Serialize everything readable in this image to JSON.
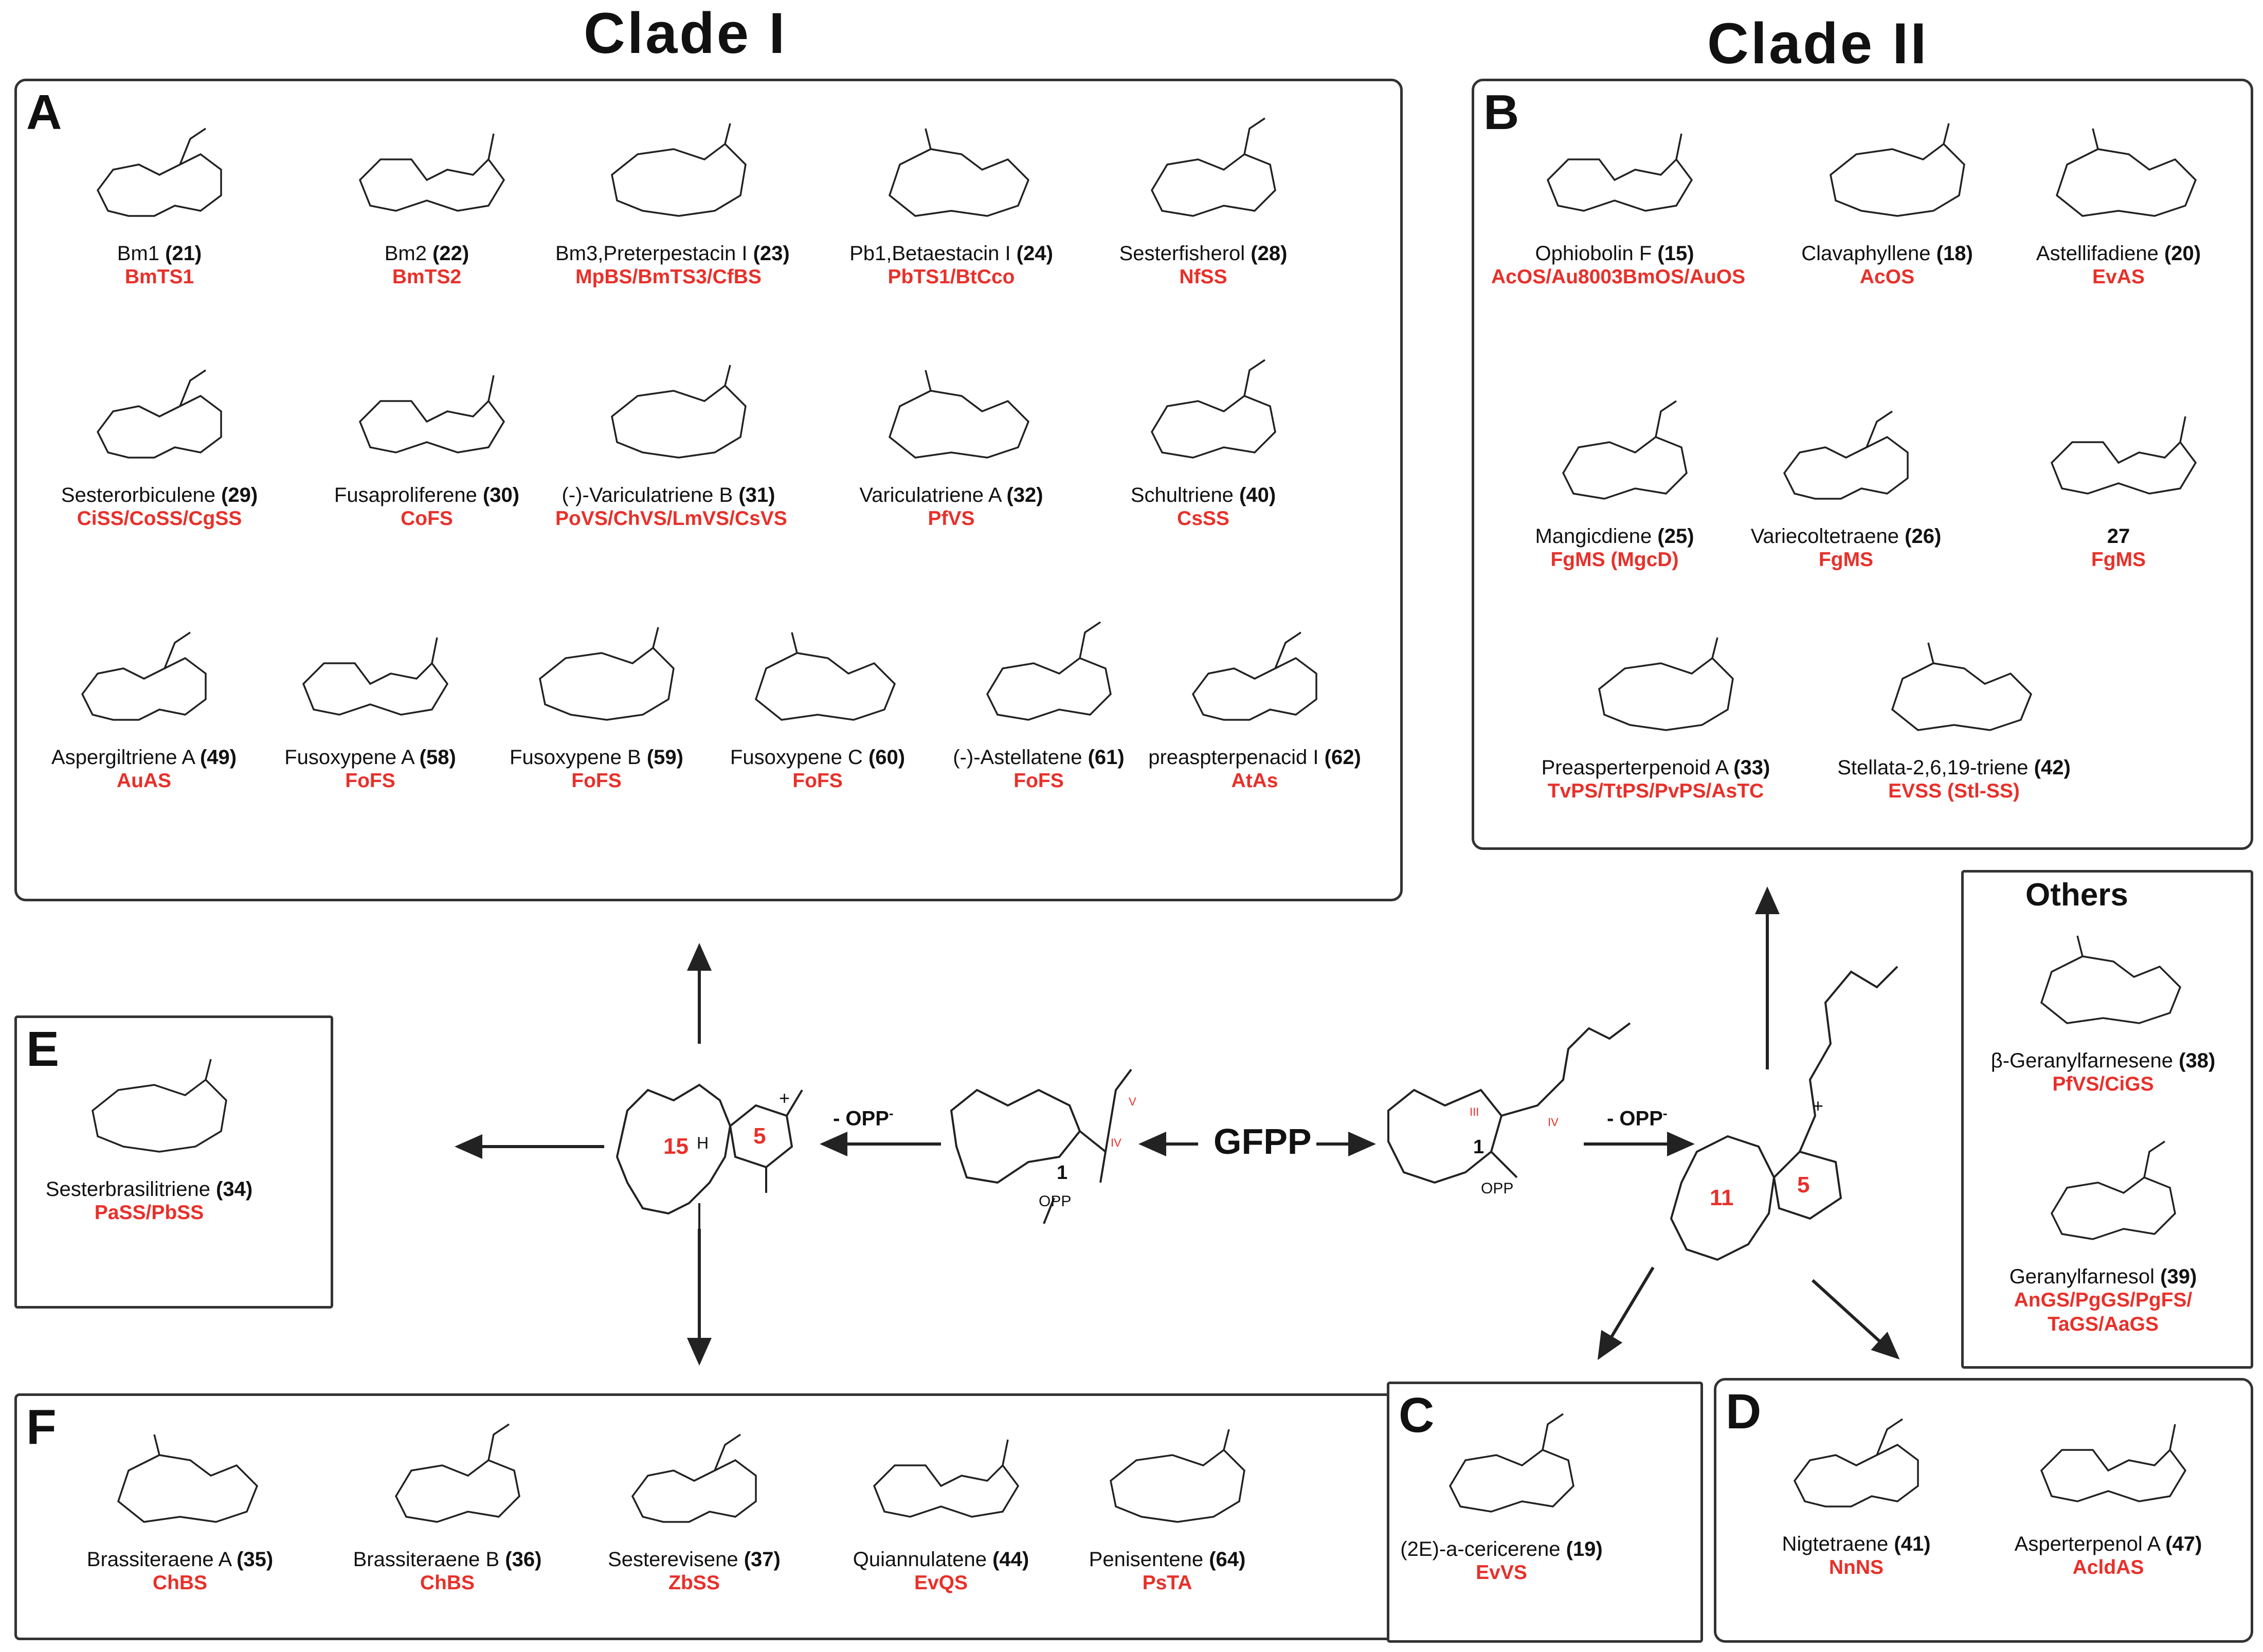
{
  "clade_titles": {
    "clade1": "Clade I",
    "clade2": "Clade II"
  },
  "panels": {
    "A": {
      "letter": "A",
      "compounds": [
        {
          "name": "Bm1",
          "num": "21",
          "enzyme": "BmTS1"
        },
        {
          "name": "Bm2",
          "num": "22",
          "enzyme": "BmTS2"
        },
        {
          "name": "Bm3,Preterpestacin I",
          "num": "23",
          "enzyme": "MpBS/BmTS3/CfBS"
        },
        {
          "name": "Pb1,Betaestacin I",
          "num": "24",
          "enzyme": "PbTS1/BtCco"
        },
        {
          "name": "Sesterfisherol",
          "num": "28",
          "enzyme": "NfSS"
        },
        {
          "name": "Sesterorbiculene",
          "num": "29",
          "enzyme": "CiSS/CoSS/CgSS"
        },
        {
          "name": "Fusaproliferene",
          "num": "30",
          "enzyme": "CoFS"
        },
        {
          "name": "(-)-Variculatriene B",
          "num": "31",
          "enzyme": "PoVS/ChVS/LmVS/CsVS"
        },
        {
          "name": "Variculatriene A",
          "num": "32",
          "enzyme": "PfVS"
        },
        {
          "name": "Schultriene",
          "num": "40",
          "enzyme": "CsSS"
        },
        {
          "name": "Aspergiltriene A",
          "num": "49",
          "enzyme": "AuAS"
        },
        {
          "name": "Fusoxypene A",
          "num": "58",
          "enzyme": "FoFS"
        },
        {
          "name": "Fusoxypene B",
          "num": "59",
          "enzyme": "FoFS"
        },
        {
          "name": "Fusoxypene C",
          "num": "60",
          "enzyme": "FoFS"
        },
        {
          "name": "(-)-Astellatene",
          "num": "61",
          "enzyme": "FoFS"
        },
        {
          "name": "preaspterpenacid I",
          "num": "62",
          "enzyme": "AtAs"
        }
      ]
    },
    "B": {
      "letter": "B",
      "compounds": [
        {
          "name": "Ophiobolin F",
          "num": "15",
          "enzyme": "AcOS/Au8003BmOS/AuOS"
        },
        {
          "name": "Clavaphyllene",
          "num": "18",
          "enzyme": "AcOS"
        },
        {
          "name": "Astellifadiene",
          "num": "20",
          "enzyme": "EvAS"
        },
        {
          "name": "Mangicdiene",
          "num": "25",
          "enzyme": "FgMS (MgcD)"
        },
        {
          "name": "Variecoltetraene",
          "num": "26",
          "enzyme": "FgMS"
        },
        {
          "name": "",
          "num": "27",
          "enzyme": "FgMS"
        },
        {
          "name": "Preasperterpenoid A",
          "num": "33",
          "enzyme": "TvPS/TtPS/PvPS/AsTC"
        },
        {
          "name": "Stellata-2,6,19-triene",
          "num": "42",
          "enzyme": "EVSS (Stl-SS)"
        }
      ]
    },
    "C": {
      "letter": "C",
      "compounds": [
        {
          "name": "(2E)-a-cericerene",
          "num": "19",
          "enzyme": "EvVS"
        }
      ]
    },
    "D": {
      "letter": "D",
      "compounds": [
        {
          "name": "Nigtetraene",
          "num": "41",
          "enzyme": "NnNS"
        },
        {
          "name": "Asperterpenol A",
          "num": "47",
          "enzyme": "AcldAS"
        }
      ]
    },
    "E": {
      "letter": "E",
      "compounds": [
        {
          "name": "Sesterbrasilitriene",
          "num": "34",
          "enzyme": "PaSS/PbSS"
        }
      ]
    },
    "F": {
      "letter": "F",
      "compounds": [
        {
          "name": "Brassiteraene A",
          "num": "35",
          "enzyme": "ChBS"
        },
        {
          "name": "Brassiteraene B",
          "num": "36",
          "enzyme": "ChBS"
        },
        {
          "name": "Sesterevisene",
          "num": "37",
          "enzyme": "ZbSS"
        },
        {
          "name": "Quiannulatene",
          "num": "44",
          "enzyme": "EvQS"
        },
        {
          "name": "Penisentene",
          "num": "64",
          "enzyme": "PsTA"
        }
      ]
    },
    "Others": {
      "title": "Others",
      "compounds": [
        {
          "name": "β-Geranylfarnesene",
          "num": "38",
          "enzyme": "PfVS/CiGS"
        },
        {
          "name": "Geranylfarnesol",
          "num": "39",
          "enzyme": "AnGS/PgGS/PgFS/",
          "enzyme2": "TaGS/AaGS"
        }
      ]
    }
  },
  "center": {
    "gfpp": "GFPP",
    "opp_left": "- OPP",
    "opp_right": "- OPP",
    "opp_minus": "-",
    "ring_15": "15",
    "ring_5_left": "5",
    "ring_11": "11",
    "ring_5_right": "5",
    "opp_label": "OPP",
    "num_1": "1",
    "roman_iii": "III",
    "roman_iv": "IV",
    "roman_v": "V",
    "h": "H",
    "plus": "+"
  },
  "colors": {
    "enzyme": "#e8302a",
    "border": "#333333"
  }
}
